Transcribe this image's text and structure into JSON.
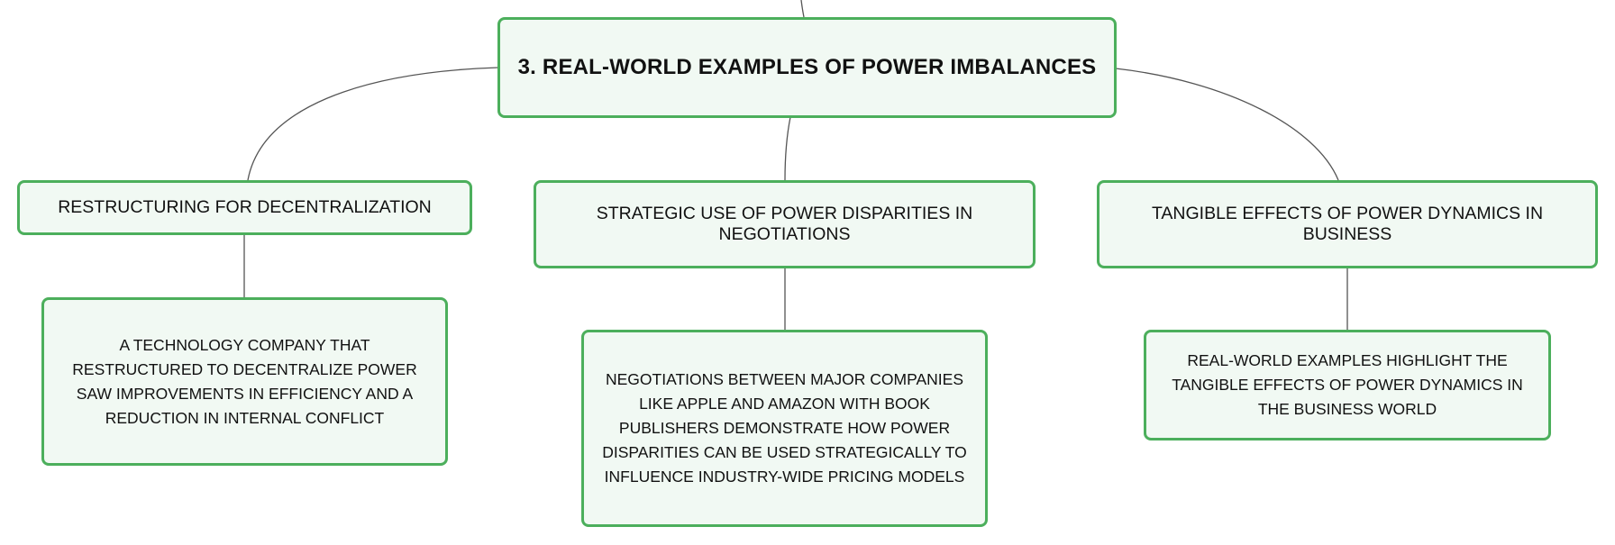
{
  "diagram": {
    "root": {
      "label": "3. REAL-WORLD EXAMPLES OF POWER IMBALANCES"
    },
    "branches": [
      {
        "label": "RESTRUCTURING FOR DECENTRALIZATION",
        "detail": "A TECHNOLOGY COMPANY THAT RESTRUCTURED TO DECENTRALIZE POWER SAW IMPROVEMENTS IN EFFICIENCY AND A REDUCTION IN INTERNAL CONFLICT"
      },
      {
        "label": "STRATEGIC USE OF POWER DISPARITIES IN NEGOTIATIONS",
        "detail": "NEGOTIATIONS BETWEEN MAJOR COMPANIES LIKE APPLE AND AMAZON WITH BOOK PUBLISHERS DEMONSTRATE HOW POWER DISPARITIES CAN BE USED STRATEGICALLY TO INFLUENCE INDUSTRY-WIDE PRICING MODELS"
      },
      {
        "label": "TANGIBLE EFFECTS OF POWER DYNAMICS IN BUSINESS",
        "detail": "REAL-WORLD EXAMPLES HIGHLIGHT THE TANGIBLE EFFECTS OF POWER DYNAMICS IN THE BUSINESS WORLD"
      }
    ],
    "colors": {
      "node_border": "#4caf5c",
      "node_fill": "#f1f9f3",
      "connector": "#555555"
    }
  }
}
